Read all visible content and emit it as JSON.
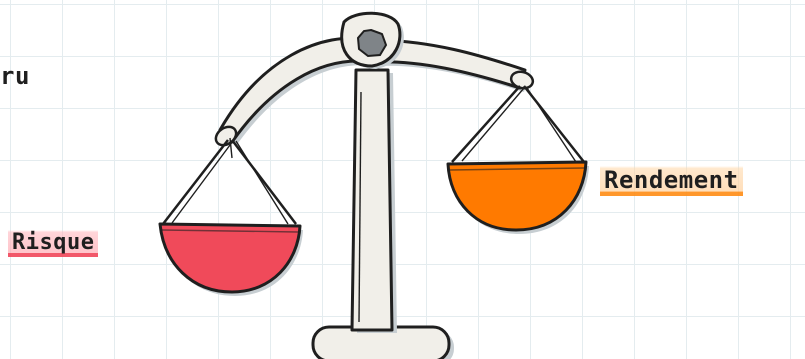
{
  "labels": {
    "partial_text": "ru",
    "risk": "Risque",
    "return": "Rendement"
  },
  "colors": {
    "grid": "#e4ecef",
    "stroke": "#1f1f1f",
    "metal": "#f1efe9",
    "shadow": "#c7ced2",
    "pivot": "#7f8488",
    "risk_pan": "#f04a5a",
    "return_pan": "#ff7a00",
    "risk_highlight": "#ffb3ba",
    "return_highlight": "#ffd6a5"
  },
  "icons": {
    "scale": "balance-scale-icon"
  }
}
